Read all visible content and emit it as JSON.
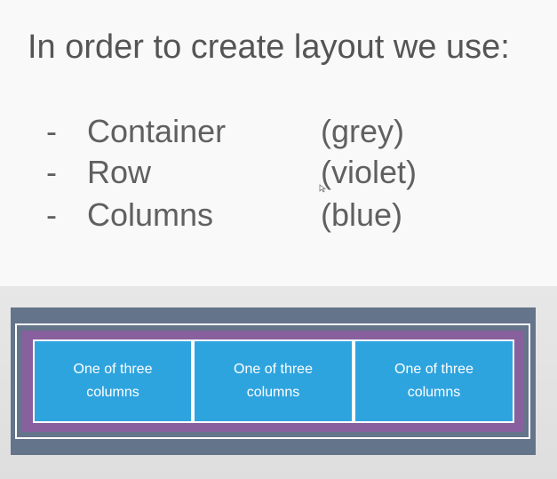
{
  "slide": {
    "title": "In order to create layout we use:",
    "legend": [
      {
        "dash": "-",
        "label": "Container",
        "color_name": "(grey)"
      },
      {
        "dash": "-",
        "label": "Row",
        "color_name": "(violet)"
      },
      {
        "dash": "-",
        "label": "Columns",
        "color_name": "(blue)"
      }
    ]
  },
  "demo": {
    "columns": [
      {
        "line1": "One of three",
        "line2": "columns"
      },
      {
        "line1": "One of three",
        "line2": "columns"
      },
      {
        "line1": "One of three",
        "line2": "columns"
      }
    ]
  },
  "colors": {
    "container": "#64748a",
    "row": "#88609d",
    "column": "#2ea4df",
    "text": "#555555"
  }
}
